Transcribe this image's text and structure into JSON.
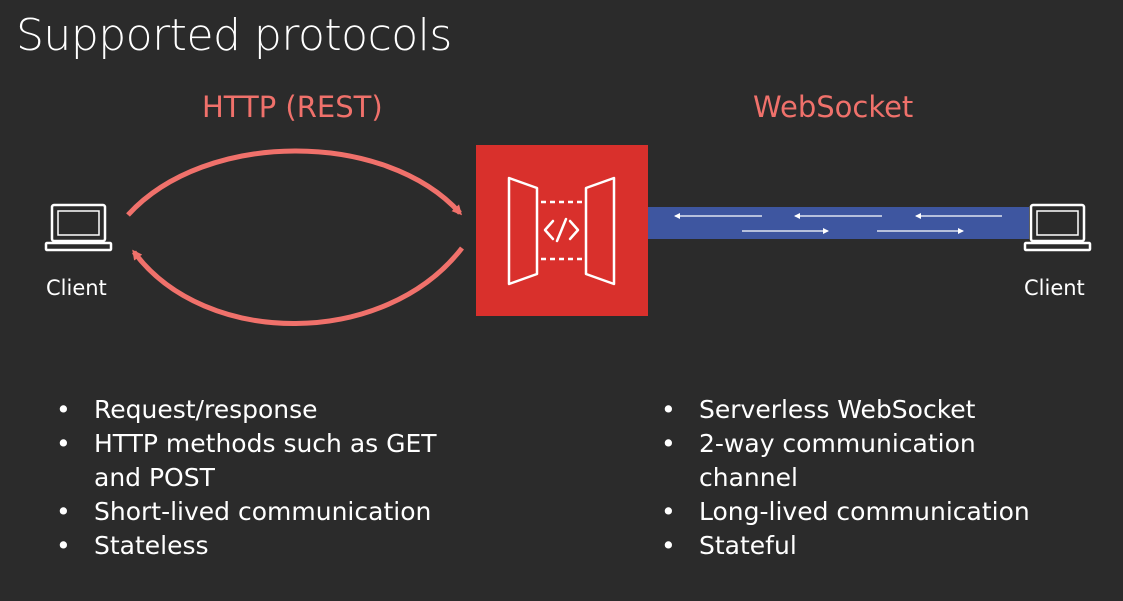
{
  "title": "Supported protocols",
  "protocols": {
    "http": {
      "label": "HTTP (REST)",
      "bullets": [
        "Request/response",
        "HTTP methods such as GET and POST",
        "Short-lived communication",
        "Stateless"
      ]
    },
    "websocket": {
      "label": "WebSocket",
      "bullets": [
        "Serverless WebSocket",
        "2-way communication channel",
        "Long-lived communication",
        "Stateful"
      ]
    }
  },
  "clients": {
    "left_label": "Client",
    "right_label": "Client"
  },
  "icons": {
    "client": "laptop-icon",
    "gateway": "api-gateway-icon"
  },
  "colors": {
    "accent": "#f0716b",
    "gateway": "#d9302c",
    "channel": "#3e56a0",
    "background": "#2b2b2b"
  }
}
